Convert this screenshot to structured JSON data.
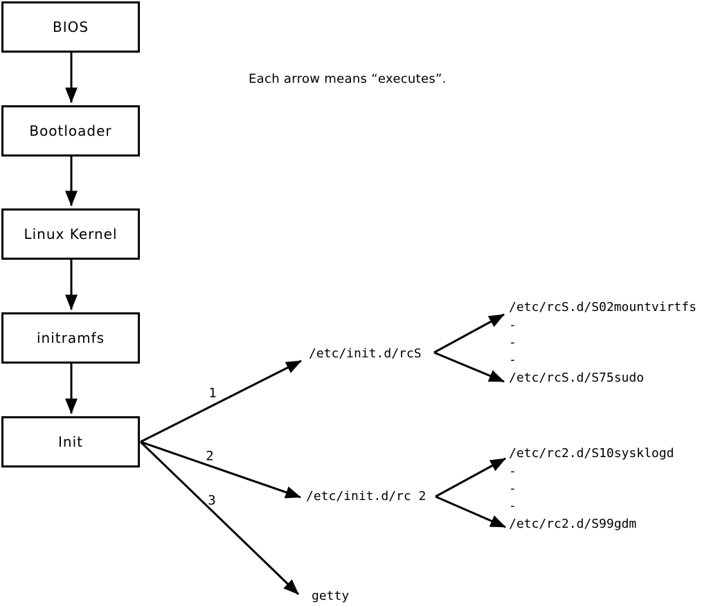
{
  "diagram": {
    "caption": "Each arrow means “executes”.",
    "boot_chain": [
      {
        "label": "BIOS"
      },
      {
        "label": "Bootloader"
      },
      {
        "label": "Linux Kernel"
      },
      {
        "label": "initramfs"
      },
      {
        "label": "Init"
      }
    ],
    "init_branches": [
      {
        "number": "1",
        "target": "/etc/init.d/rcS"
      },
      {
        "number": "2",
        "target": "/etc/init.d/rc 2"
      },
      {
        "number": "3",
        "target": "getty"
      }
    ],
    "rcS_scripts": {
      "first": "/etc/rcS.d/S02mountvirtfs",
      "dots": [
        "-",
        "-",
        "-"
      ],
      "last": "/etc/rcS.d/S75sudo"
    },
    "rc2_scripts": {
      "first": "/etc/rc2.d/S10sysklogd",
      "dots": [
        "-",
        "-",
        "-"
      ],
      "last": "/etc/rc2.d/S99gdm"
    },
    "colors": {
      "line": "#000000",
      "background": "#ffffff"
    }
  }
}
